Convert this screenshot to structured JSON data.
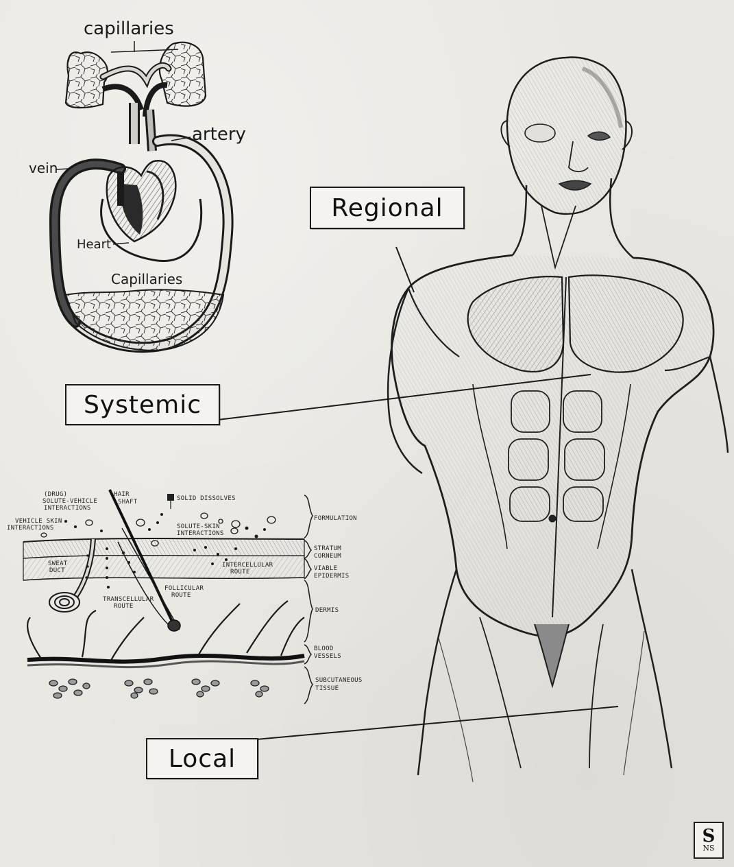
{
  "circulation": {
    "capillaries_top": "capillaries",
    "artery": "artery",
    "vein": "vein",
    "heart": "Heart",
    "capillaries_bottom": "Capillaries"
  },
  "labels": {
    "regional": "Regional",
    "systemic": "Systemic",
    "local": "Local"
  },
  "skin": {
    "drug_interactions": [
      "(DRUG)",
      "SOLUTE-VEHICLE",
      "INTERACTIONS"
    ],
    "hair_shaft": [
      "HAIR",
      "SHAFT"
    ],
    "solid_dissolves": "SOLID DISSOLVES",
    "vehicle_skin": [
      "VEHICLE SKIN",
      "INTERACTIONS"
    ],
    "solute_skin": [
      "SOLUTE-SKIN",
      "INTERACTIONS"
    ],
    "sweat_duct": [
      "SWEAT",
      "DUCT"
    ],
    "intercellular_route": [
      "INTERCELLULAR",
      "ROUTE"
    ],
    "follicular_route": [
      "FOLLICULAR",
      "ROUTE"
    ],
    "transcellular_route": [
      "TRANSCELLULAR",
      "ROUTE"
    ],
    "layers": {
      "formulation": [
        "FORMULATION"
      ],
      "stratum_corneum": [
        "STRATUM",
        "CORNEUM"
      ],
      "viable_epidermis": [
        "VIABLE",
        "EPIDERMIS"
      ],
      "dermis": [
        "DERMIS"
      ],
      "blood_vessels": [
        "BLOOD",
        "VESSELS"
      ],
      "subcutaneous_tissue": [
        "SUBCUTANEOUS",
        "TISSUE"
      ]
    }
  },
  "signature": {
    "big": "S",
    "small": "NS"
  },
  "colors": {
    "ink": "#1a1a1a",
    "paper": "#e9e7e1",
    "shade": "#6b6b6b"
  }
}
